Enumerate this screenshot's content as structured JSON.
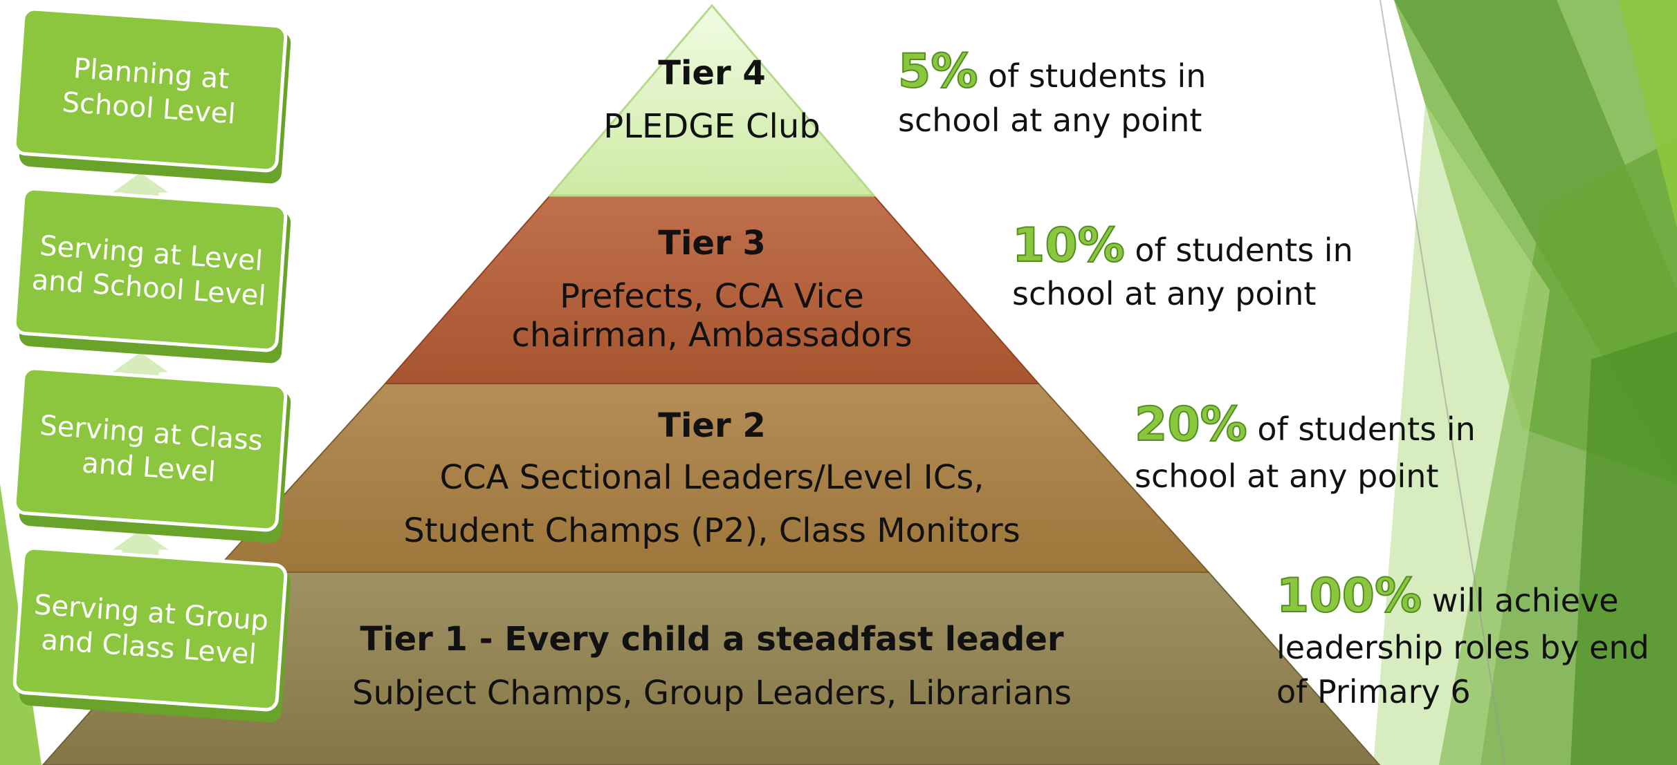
{
  "colors": {
    "box_green": "#8cc63f",
    "tier4": "#d9f0b8",
    "tier3": "#b9663f",
    "tier2": "#a98649",
    "tier1": "#948656",
    "percent_green": "#8cc63f"
  },
  "progression": [
    {
      "line1": "Planning at",
      "line2": "School Level"
    },
    {
      "line1": "Serving at Level",
      "line2": "and School Level"
    },
    {
      "line1": "Serving at Class",
      "line2": "and Level"
    },
    {
      "line1": "Serving at Group",
      "line2": "and Class Level"
    }
  ],
  "tiers": {
    "tier4": {
      "title": "Tier 4",
      "desc1": "PLEDGE Club"
    },
    "tier3": {
      "title": "Tier 3",
      "desc1": "Prefects, CCA Vice",
      "desc2": "chairman, Ambassadors"
    },
    "tier2": {
      "title": "Tier 2",
      "desc1": "CCA Sectional Leaders/Level ICs,",
      "desc2": "Student Champs (P2), Class Monitors"
    },
    "tier1": {
      "title": "Tier 1 - Every child a steadfast leader",
      "desc1": "Subject Champs, Group Leaders, Librarians"
    }
  },
  "stats": {
    "tier4": {
      "percent": "5%",
      "text1": " of students in",
      "text2": "school at any point"
    },
    "tier3": {
      "percent": "10%",
      "text1": " of students in",
      "text2": "school at any point"
    },
    "tier2": {
      "percent": "20%",
      "text1": " of students in",
      "text2": "school at any point"
    },
    "tier1": {
      "percent": "100%",
      "text1": " will achieve",
      "text2": "leadership roles by end",
      "text3": "of Primary 6"
    }
  }
}
